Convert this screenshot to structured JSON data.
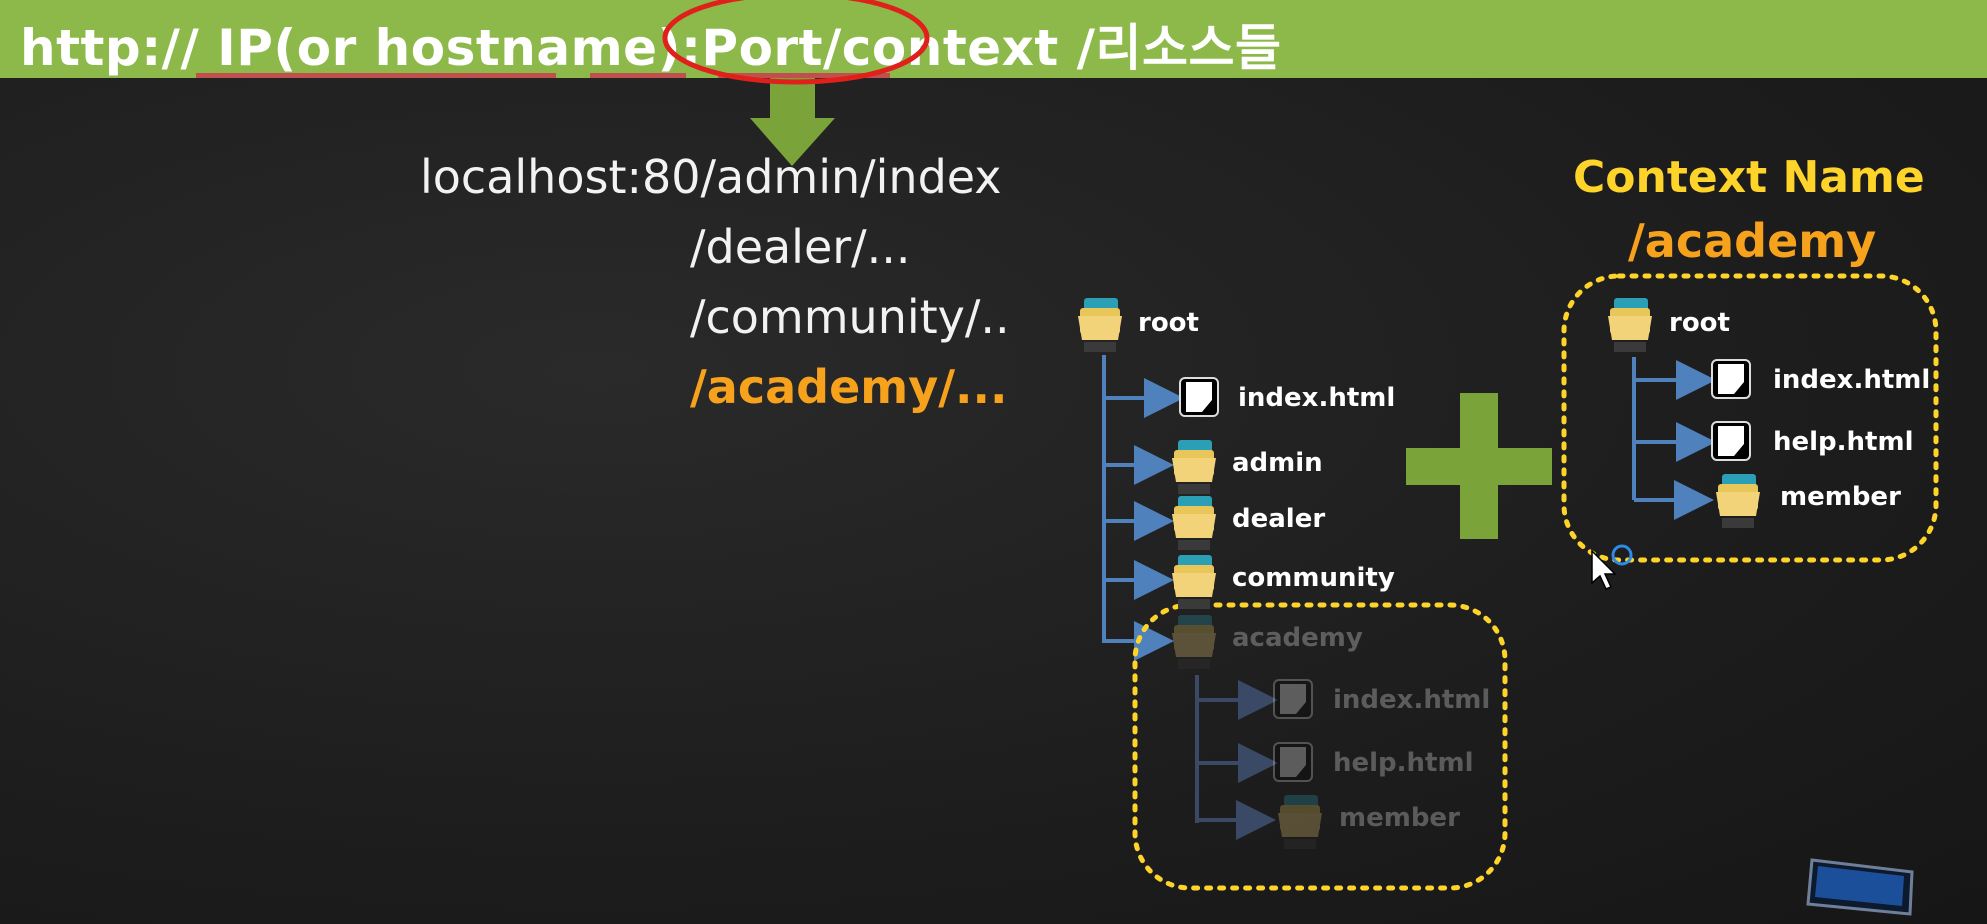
{
  "banner": {
    "text": "http:// IP(or hostname):Port/context /리소스들",
    "color": "#8cb94a"
  },
  "url_paths": {
    "line1": "localhost:80/admin/index",
    "line2": "/dealer/...",
    "line3": "/community/..",
    "line4": "/academy/..."
  },
  "left_tree": {
    "root": "root",
    "items": [
      "index.html",
      "admin",
      "dealer",
      "community"
    ],
    "academy": {
      "label": "academy",
      "children": [
        "index.html",
        "help.html",
        "member"
      ]
    }
  },
  "context_panel": {
    "title": "Context Name",
    "path": "/academy",
    "root": "root",
    "items": [
      "index.html",
      "help.html",
      "member"
    ]
  },
  "colors": {
    "accent_green": "#8cb94a",
    "connector_blue": "#4f81bd",
    "highlight_yellow": "#ffd42a",
    "academy_orange": "#f7a21c",
    "circle_red": "#e0201a"
  },
  "icons": {
    "folder": "folder-icon",
    "file": "file-icon",
    "plus": "plus-icon",
    "arrow": "down-arrow-icon",
    "cursor": "mouse-cursor-icon"
  }
}
